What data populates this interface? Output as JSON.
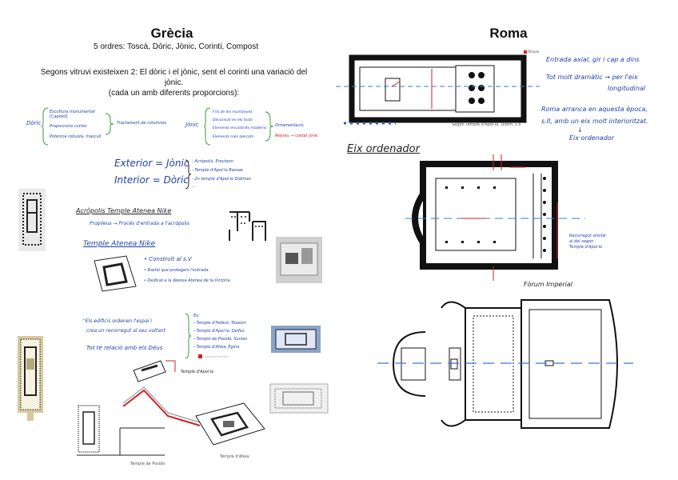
{
  "grecia": {
    "title": "Grècia",
    "orders_line": "5 ordres: Toscà, Dòric, Jònic, Corinti, Compost",
    "vitruvi_line1": "Segons vitruvi existeixen 2: El dòric i el jònic, sent el corinti una variació del",
    "vitruvi_line2": "jònic.",
    "vitruvi_line3": "(cada un amb diferents proporcions):",
    "doric": {
      "label": "Dòric",
      "items": [
        "Escultura monumental (Capitell)",
        "Proporcions curtes",
        "Potència robusta, masculí"
      ],
      "result": "Tractament de columnes"
    },
    "jonic": {
      "label": "Jònic",
      "items": [
        "Fris de les muntanyes",
        "Decoració en els fusts",
        "Elements encastrats moderns",
        "Elements més delicats"
      ],
      "result": "Ornamentació",
      "note": "Ateneu → costat jònic"
    },
    "exterior": "Exterior = Jònic",
    "interior": "Interior = Dòric",
    "ext_items": [
      "- Acròpolis, Erecteon",
      "- Temple d'Apol·lo Bassae",
      "- 2n temple d'Apol·lo Dídimes",
      "..."
    ],
    "acropolis": "Acròpolis Temple Atenea Nike",
    "propileus": "Propileus → Procés d'entrada a l'acròpolis",
    "nike_title": "Temple Atenea Nike",
    "nike_items": [
      "• Construït al s.V",
      "• Bastió que protegeix l'entrada.",
      "• Dedicat a la deessa Atenea de la Victòria"
    ],
    "edificis_line1": "\"Els edificis ordenen l'espai i",
    "edificis_line2": "crea un recorregut al seu voltant",
    "tot_relacio": "Tot té relació amb els Déus",
    "ex_items": [
      "Ex:",
      "- Temple d'Hefest, Teseion",
      "- Temple d'Apol·lo, Delfos",
      "- Temple de Posidó, Sunion",
      "- Temple d'Afaia, Egina"
    ],
    "temple_label": "Temple d'Apol·lo",
    "caption_a": "Temple de Posidó",
    "caption_b": "Temple d'Afaia"
  },
  "roma": {
    "title": "Roma",
    "legend": "Temple",
    "entrada1": "Entrada axial, gir i cap a dins",
    "entrada2": "Tot molt dramàtic → per l'eix",
    "entrada3": "longitudinal",
    "arranca1": "Roma arranca en aquesta època,",
    "arranca2": "s.II, amb un eix molt interioritzat.",
    "arrow": "↓",
    "eix_label": "Eix ordenador",
    "caption": "Segon Temple d'Apol·lo, Dídim, s.II",
    "eix_title": "Eix ordenador",
    "recorregut": "Recorregut similar al del segon Temple d'Apol·lo",
    "forum": "Fòrum Imperial"
  },
  "colors": {
    "hand_blue": "#1f3fa8",
    "axis_blue": "#3a78d8",
    "red": "#cc2222",
    "green": "#3a9a3a"
  }
}
